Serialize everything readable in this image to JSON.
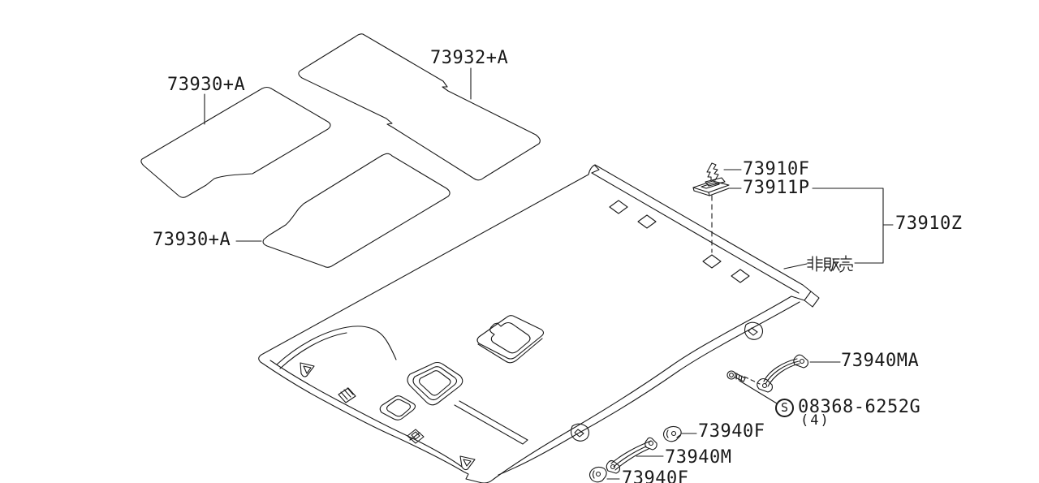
{
  "diagram": {
    "background_color": "#ffffff",
    "line_color": "#1a1a1a",
    "labels": {
      "insulator_front": "73930+A",
      "insulator_center": "73932+A",
      "insulator_rear": "73930+A",
      "clip_headlining": "73910F",
      "bracket_headlining": "73911P",
      "headlining_assy": "73910Z",
      "not_sold": "非販売",
      "grip_assist_rear_a": "73940MA",
      "screw_prefix": "S",
      "screw_number": "08368-6252G",
      "screw_qty": "(4)",
      "cap_grip_a": "73940F",
      "grip_assist_rear": "73940M",
      "cap_grip_b": "73940F"
    }
  }
}
